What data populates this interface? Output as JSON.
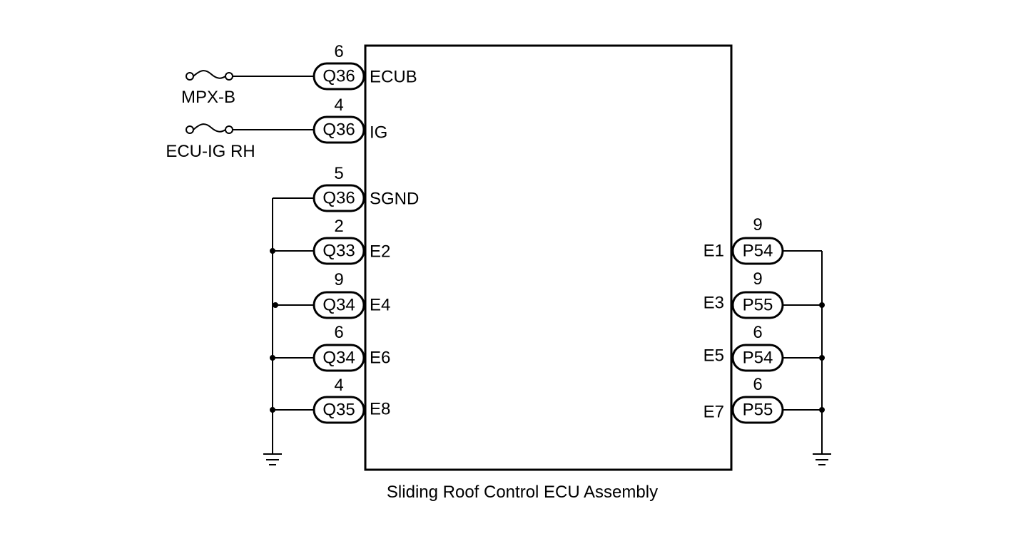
{
  "ecu": {
    "name": "Sliding Roof Control ECU Assembly",
    "left_pins": [
      {
        "pin": "6",
        "connector": "Q36",
        "signal": "ECUB"
      },
      {
        "pin": "4",
        "connector": "Q36",
        "signal": "IG"
      },
      {
        "pin": "5",
        "connector": "Q36",
        "signal": "SGND"
      },
      {
        "pin": "2",
        "connector": "Q33",
        "signal": "E2"
      },
      {
        "pin": "9",
        "connector": "Q34",
        "signal": "E4"
      },
      {
        "pin": "6",
        "connector": "Q34",
        "signal": "E6"
      },
      {
        "pin": "4",
        "connector": "Q35",
        "signal": "E8"
      }
    ],
    "right_pins": [
      {
        "pin": "9",
        "connector": "P54",
        "signal": "E1"
      },
      {
        "pin": "9",
        "connector": "P55",
        "signal": "E3"
      },
      {
        "pin": "6",
        "connector": "P54",
        "signal": "E5"
      },
      {
        "pin": "6",
        "connector": "P55",
        "signal": "E7"
      }
    ]
  },
  "fuses": [
    {
      "label": "MPX-B"
    },
    {
      "label": "ECU-IG RH"
    }
  ],
  "icons": {
    "fuse": "fuse-icon",
    "ground": "ground-icon"
  },
  "colors": {
    "line": "#000000",
    "background": "#ffffff"
  }
}
